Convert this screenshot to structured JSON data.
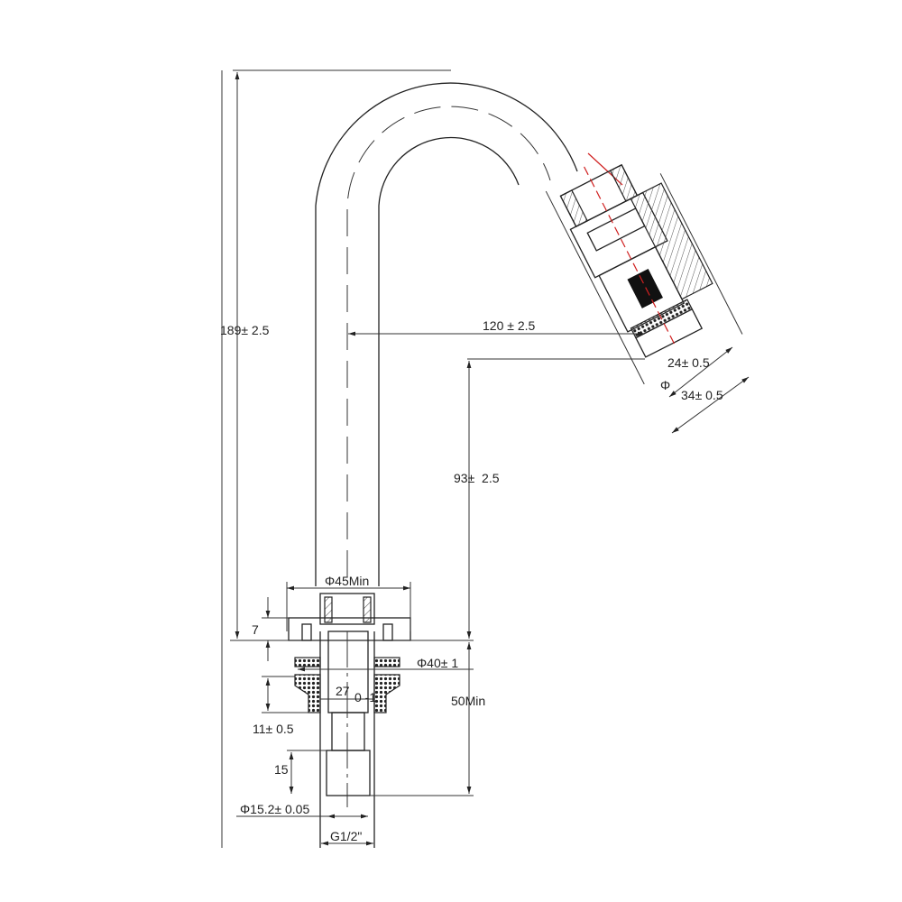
{
  "title": "Faucet spout technical drawing",
  "dimensions": {
    "height_total": "189± 2.5",
    "reach": "120 ± 2.5",
    "aerator_inner": "24± 0.5",
    "phi_symbol": "Φ",
    "aerator_outer": "34± 0.5",
    "spout_height": "93±  2.5",
    "base_diameter": "Φ45Min",
    "base_height": "7",
    "washer_diameter": "Φ40± 1",
    "hole_size": "27",
    "hole_tolerance": "0 -1",
    "deck_thickness": "11± 0.5",
    "thread_length": "15",
    "thread_diameter": "Φ15.2± 0.05",
    "shank_depth": "50Min",
    "thread_spec": "G1/2\""
  },
  "colors": {
    "line": "#222222",
    "centerline": "#d02020"
  }
}
